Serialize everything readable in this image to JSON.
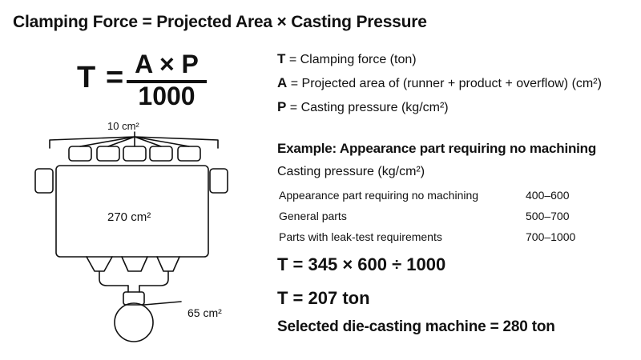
{
  "title": "Clamping Force = Projected Area × Casting Pressure",
  "formula": {
    "lhs": "T",
    "eq": "=",
    "numerator": "A × P",
    "denominator": "1000"
  },
  "definitions": [
    {
      "symbol": "T",
      "text": " = Clamping force (ton)"
    },
    {
      "symbol": "A",
      "text": " = Projected area of (runner + product + overflow) (cm²)"
    },
    {
      "symbol": "P",
      "text": " = Casting pressure (kg/cm²)"
    }
  ],
  "diagram": {
    "overflow_area": "10 cm²",
    "product_area": "270 cm²",
    "runner_area": "65 cm²"
  },
  "example": {
    "title": "Example: Appearance part requiring no machining",
    "pressure_heading": "Casting pressure (kg/cm²)",
    "rows": [
      {
        "label": "Appearance part requiring no machining",
        "value": "400–600"
      },
      {
        "label": "General parts",
        "value": "500–700"
      },
      {
        "label": "Parts with leak-test requirements",
        "value": "700–1000"
      }
    ],
    "calc_line_1": "T = 345 × 600 ÷ 1000",
    "calc_line_2": "T = 207 ton",
    "result": "Selected die-casting machine = 280 ton"
  }
}
